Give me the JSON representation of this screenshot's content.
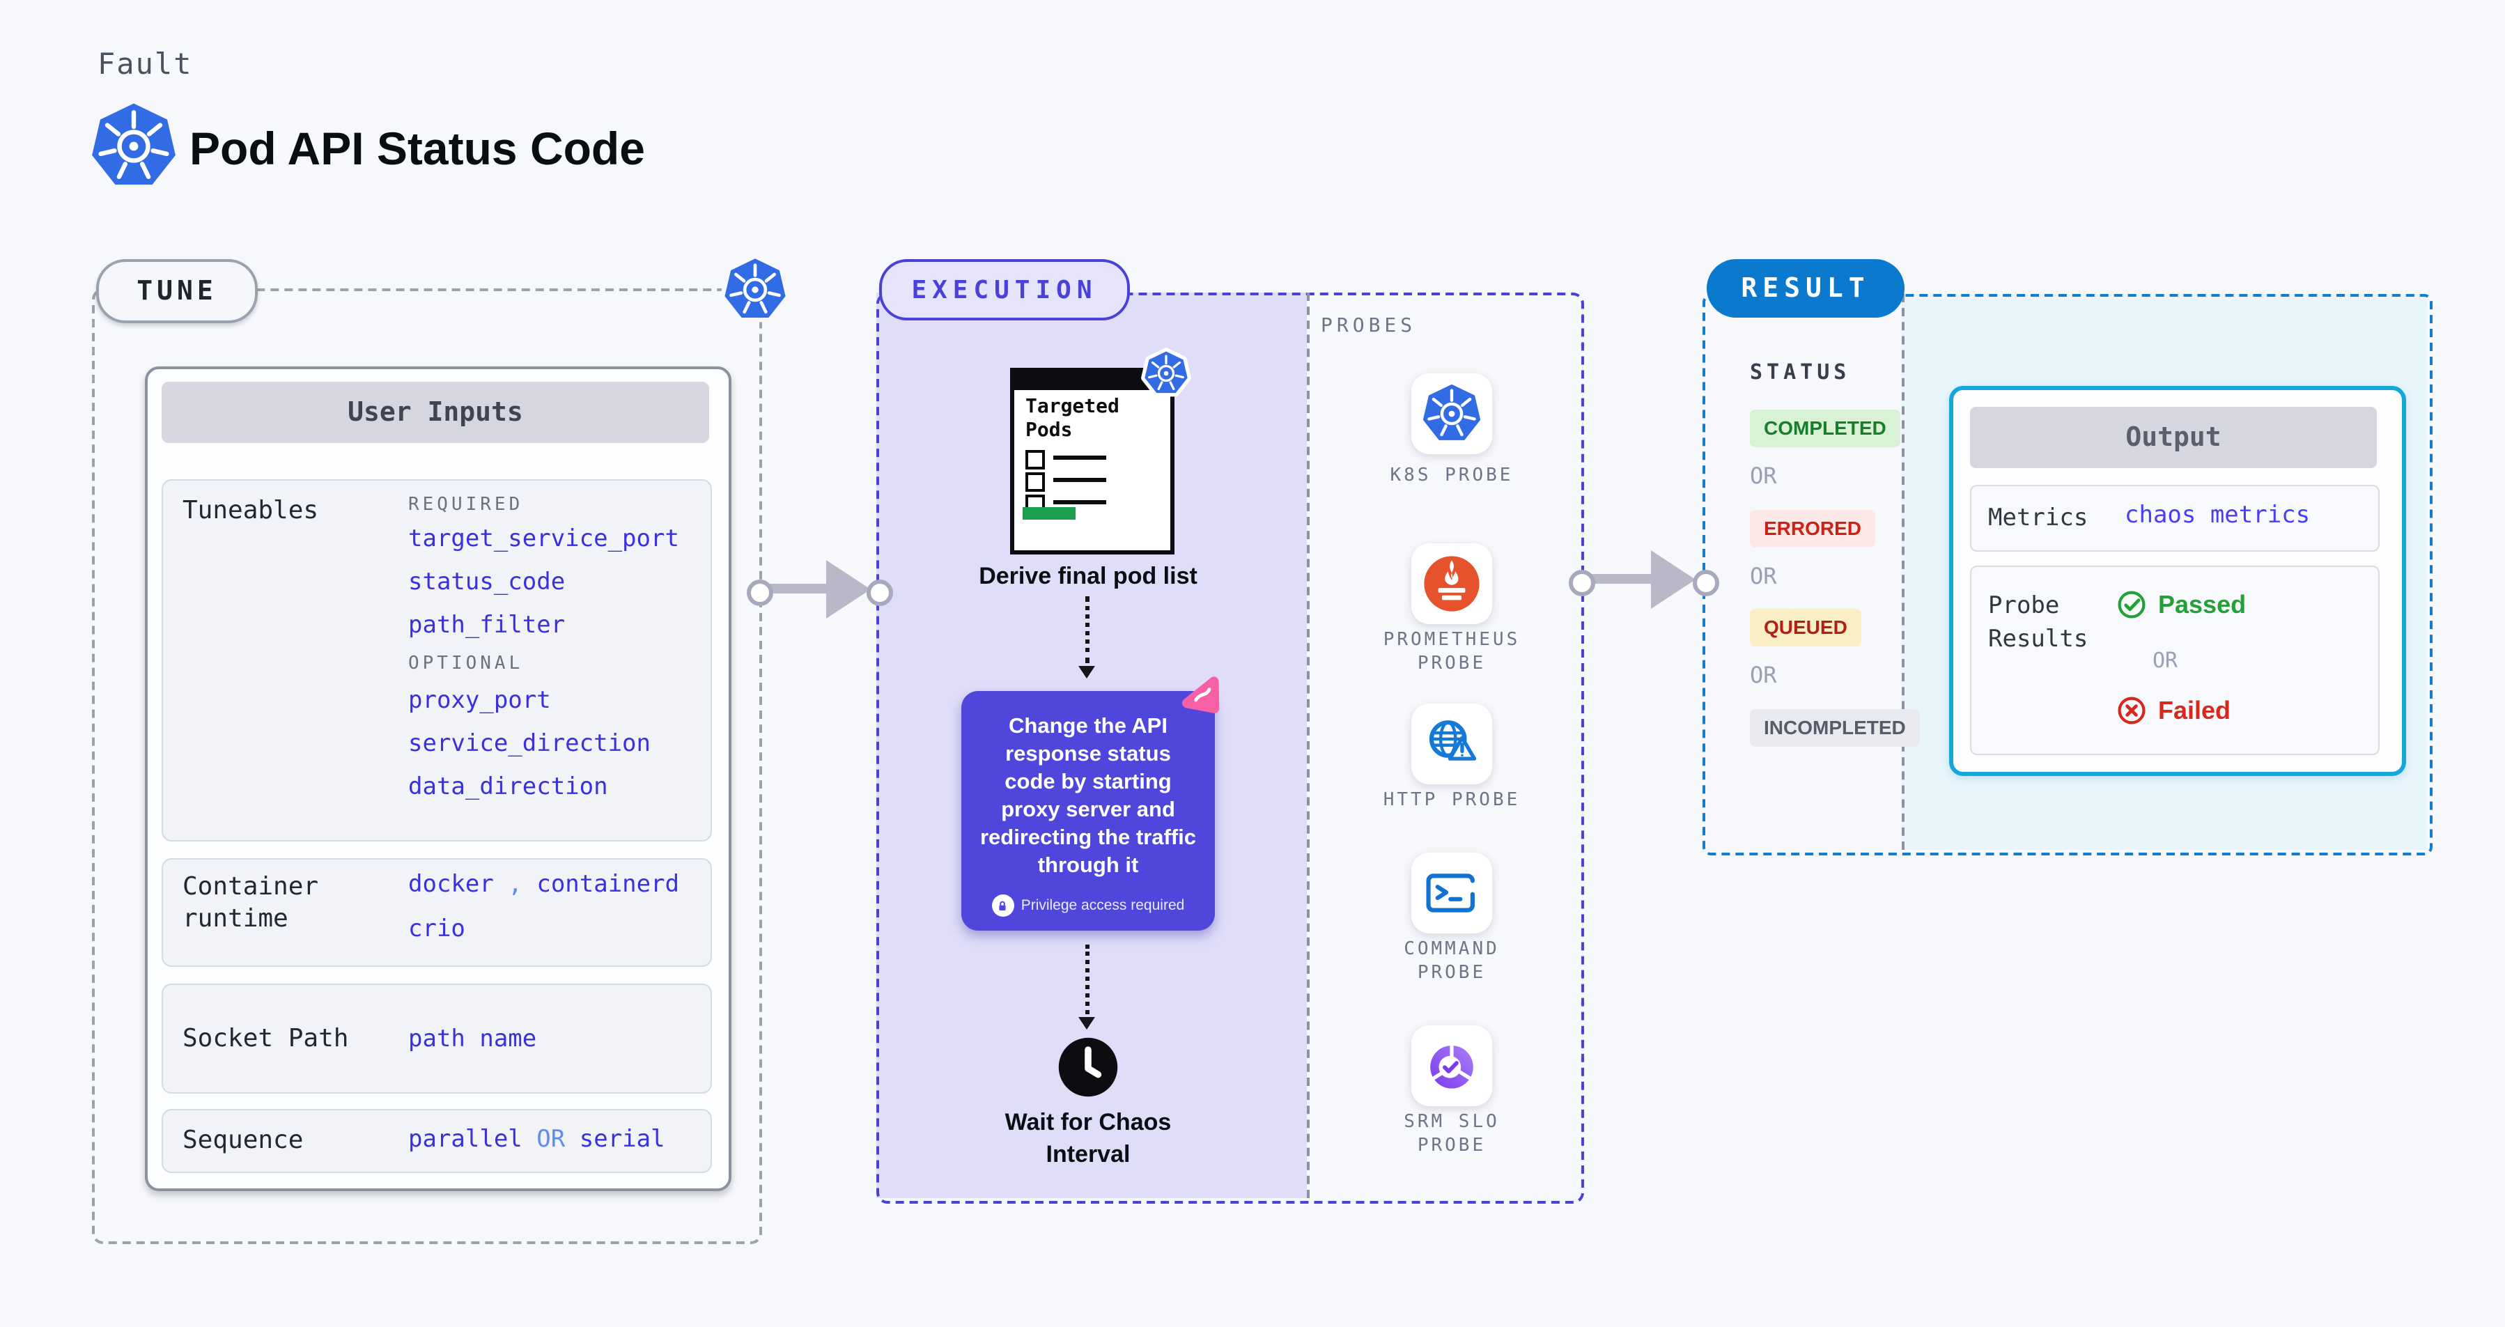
{
  "header": {
    "eyebrow": "Fault",
    "title": "Pod API Status Code"
  },
  "tune": {
    "pill": "TUNE",
    "card_title": "User Inputs",
    "tuneables_label": "Tuneables",
    "required_label": "REQUIRED",
    "required": [
      "target_service_port",
      "status_code",
      "path_filter"
    ],
    "optional_label": "OPTIONAL",
    "optional": [
      "proxy_port",
      "service_direction",
      "data_direction"
    ],
    "container_label": "Container runtime",
    "container_values": {
      "v1": "docker",
      "comma": ",",
      "v2": "containerd",
      "v3": "crio"
    },
    "socket_label": "Socket Path",
    "socket_value": "path name",
    "sequence_label": "Sequence",
    "sequence": {
      "v1": "parallel",
      "or": "OR",
      "v2": "serial"
    }
  },
  "execution": {
    "pill": "EXECUTION",
    "window_title": "Targeted Pods",
    "derive_caption": "Derive final pod list",
    "action_text": "Change the API response status code by starting proxy server and redirecting the traffic through it",
    "privilege_note": "Privilege access required",
    "wait_caption": "Wait for Chaos Interval"
  },
  "probes": {
    "title": "PROBES",
    "items": [
      {
        "label": "K8S PROBE",
        "icon": "kubernetes-icon"
      },
      {
        "label": "PROMETHEUS PROBE",
        "icon": "prometheus-icon"
      },
      {
        "label": "HTTP PROBE",
        "icon": "globe-alert-icon"
      },
      {
        "label": "COMMAND PROBE",
        "icon": "terminal-icon"
      },
      {
        "label": "SRM SLO PROBE",
        "icon": "slo-donut-icon"
      }
    ]
  },
  "result": {
    "pill": "RESULT",
    "status_title": "STATUS",
    "or_label": "OR",
    "statuses": [
      {
        "label": "COMPLETED",
        "fg": "#187d2c",
        "bg": "#d9f2d6"
      },
      {
        "label": "ERRORED",
        "fg": "#ce2116",
        "bg": "#fce8e6"
      },
      {
        "label": "QUEUED",
        "fg": "#b22015",
        "bg": "#f9eec4"
      },
      {
        "label": "INCOMPLETED",
        "fg": "#565c6a",
        "bg": "#e9eaef"
      }
    ],
    "output": {
      "title": "Output",
      "metrics_label": "Metrics",
      "metrics_value": "chaos metrics",
      "probe_results_label": "Probe Results",
      "passed": "Passed",
      "or": "OR",
      "failed": "Failed"
    }
  },
  "colors": {
    "accent_indigo": "#4a42d8",
    "accent_blue": "#0b79cd",
    "value_blue": "#3a31dd",
    "light_blue": "#5b8df5",
    "lavender_panel": "#dfddf8",
    "cyan_panel": "#e8f6fc",
    "output_border": "#14a7dc",
    "purple_action": "#4f46dc",
    "green_pass": "#23a036",
    "red_fail": "#d6281c",
    "k8s_blue": "#326ce5",
    "prometheus_orange": "#e6522c",
    "progress_green": "#1d9e4f",
    "pink_chaos": "#f760a5"
  }
}
